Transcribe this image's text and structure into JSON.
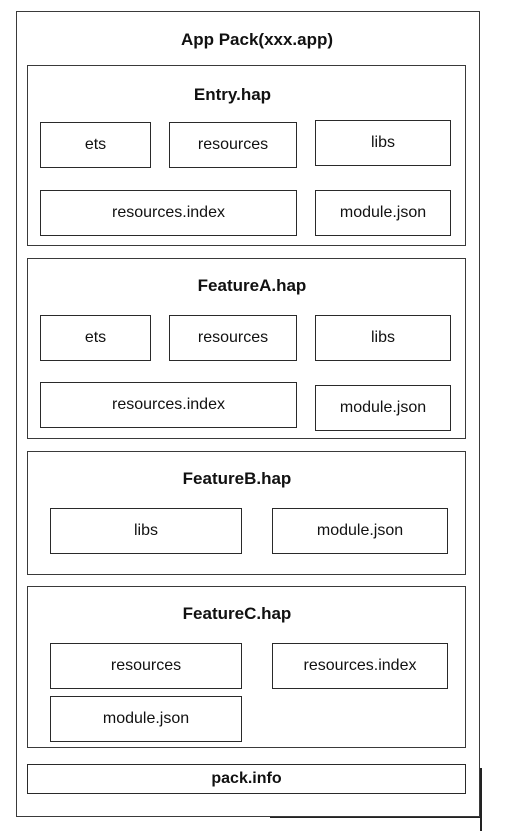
{
  "app": {
    "title": "App Pack(xxx.app)"
  },
  "entry": {
    "title": "Entry.hap",
    "items": [
      "ets",
      "resources",
      "libs",
      "resources.index",
      "module.json"
    ]
  },
  "featureA": {
    "title": "FeatureA.hap",
    "items": [
      "ets",
      "resources",
      "libs",
      "resources.index",
      "module.json"
    ]
  },
  "featureB": {
    "title": "FeatureB.hap",
    "items": [
      "libs",
      "module.json"
    ]
  },
  "featureC": {
    "title": "FeatureC.hap",
    "items": [
      "resources",
      "resources.index",
      "module.json"
    ]
  },
  "pack": {
    "title": "pack.info"
  }
}
